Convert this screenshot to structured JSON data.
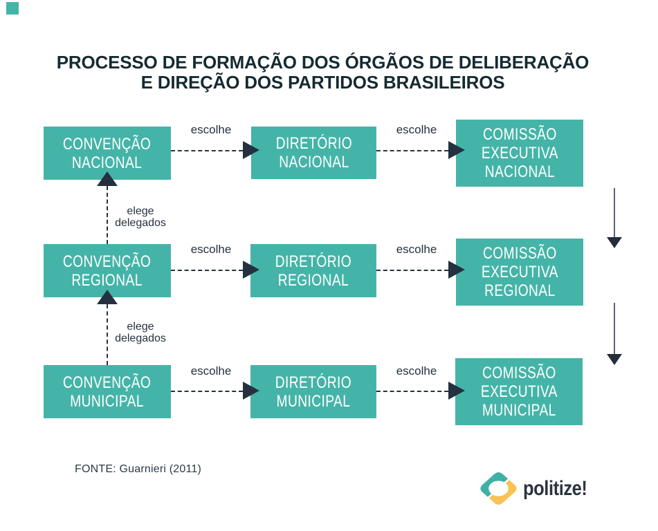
{
  "colors": {
    "box_teal": "#45b4a8",
    "dark_slate": "#25313f",
    "title_dark": "#152a31",
    "right_arrow_line": "#5a626e",
    "right_arrow_head": "#222e3c",
    "logo_teal": "#3fb0a4",
    "logo_yellow": "#f8c254"
  },
  "title": {
    "line1": "PROCESSO DE FORMAÇÃO DOS ÓRGÃOS DE DELIBERAÇÃO",
    "line2": "E DIREÇÃO DOS PARTIDOS BRASILEIROS"
  },
  "diagram": {
    "escolhe": "escolhe",
    "elege": {
      "line1": "elege",
      "line2": "delegados"
    },
    "rows": [
      {
        "boxes": [
          {
            "lines": [
              "CONVENÇÃO",
              "NACIONAL"
            ]
          },
          {
            "lines": [
              "DIRETÓRIO",
              "NACIONAL"
            ]
          },
          {
            "lines": [
              "COMISSÃO",
              "EXECUTIVA",
              "NACIONAL"
            ]
          }
        ]
      },
      {
        "boxes": [
          {
            "lines": [
              "CONVENÇÃO",
              "REGIONAL"
            ]
          },
          {
            "lines": [
              "DIRETÓRIO",
              "REGIONAL"
            ]
          },
          {
            "lines": [
              "COMISSÃO",
              "EXECUTIVA",
              "REGIONAL"
            ]
          }
        ]
      },
      {
        "boxes": [
          {
            "lines": [
              "CONVENÇÃO",
              "MUNICIPAL"
            ]
          },
          {
            "lines": [
              "DIRETÓRIO",
              "MUNICIPAL"
            ]
          },
          {
            "lines": [
              "COMISSÃO",
              "EXECUTIVA",
              "MUNICIPAL"
            ]
          }
        ]
      }
    ]
  },
  "footer": {
    "source": "FONTE: Guarnieri (2011)",
    "logo_text": "politize!",
    "logo_icon": "politize-diamond-swirl-icon"
  }
}
